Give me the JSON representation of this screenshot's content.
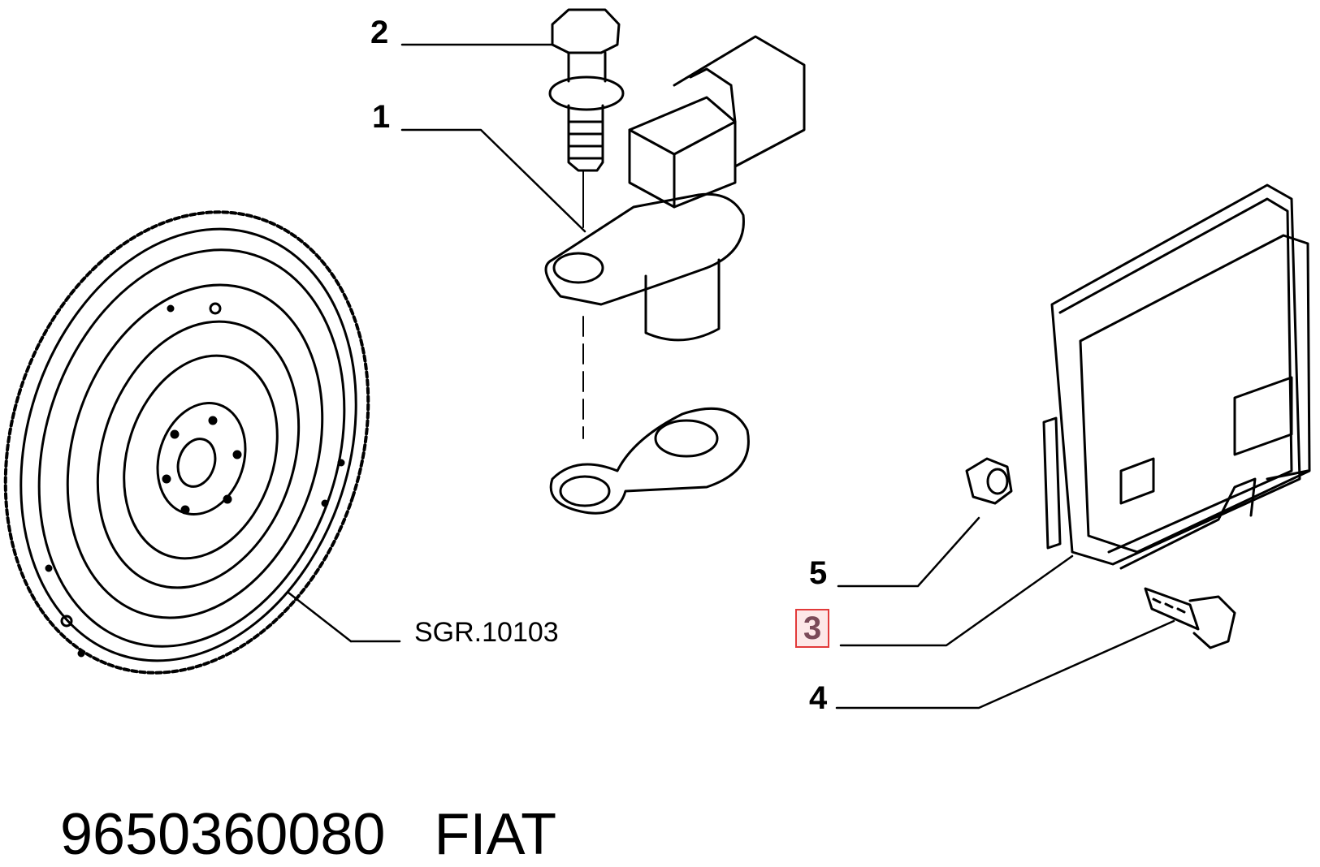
{
  "callouts": {
    "c1": "1",
    "c2": "2",
    "c3": "3",
    "c4": "4",
    "c5": "5"
  },
  "reference": "SGR.10103",
  "part_number": "9650360080",
  "brand": "FIAT",
  "highlighted_callout": "3",
  "colors": {
    "line": "#000000",
    "highlight_border": "#e23a3a",
    "highlight_fill": "#fde8e8"
  }
}
